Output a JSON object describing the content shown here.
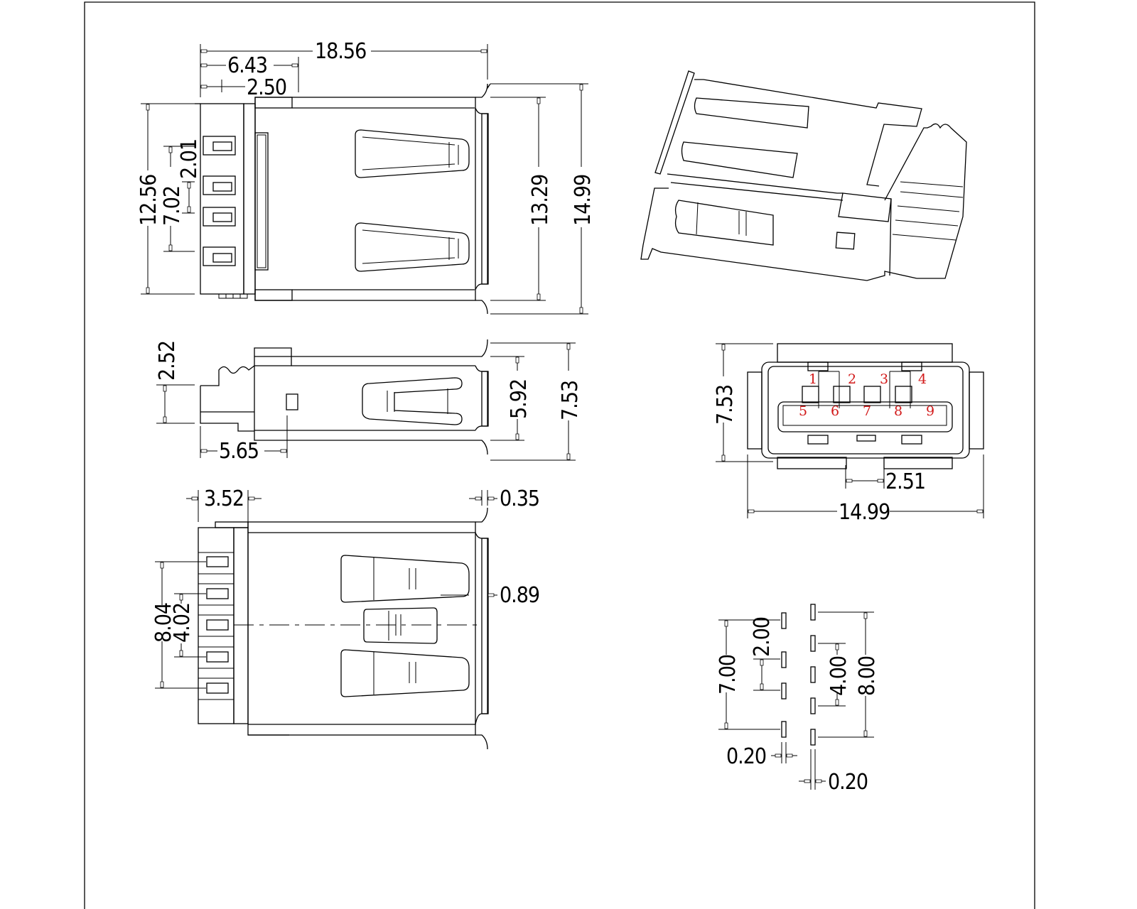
{
  "drawing": {
    "subject": "USB Type-A female connector, 9-pin (USB 3.0) — dimensioned technical drawing",
    "pin_label_color": "#d21a1a",
    "line_color": "#000000",
    "background": "#ffffff"
  },
  "top_view": {
    "dims": {
      "overall_length": "18.56",
      "body_length": "6.43",
      "rear_length": "2.50",
      "overall_width_shell": "12.56",
      "pin_span_outer": "7.02",
      "pin_pitch": "2.01",
      "inner_width": "13.29",
      "flange_width": "14.99"
    }
  },
  "side_view": {
    "dims": {
      "tail_height": "2.52",
      "post_offset": "5.65",
      "shell_height": "5.92",
      "flange_height": "7.53"
    }
  },
  "bottom_view": {
    "dims": {
      "body_depth": "3.52",
      "flange_thickness": "0.35",
      "spring_offset": "0.89",
      "pin_span_outer": "8.04",
      "pin_span_inner": "4.02"
    }
  },
  "front_view": {
    "pins_top": [
      "1",
      "2",
      "3",
      "4"
    ],
    "pins_bottom": [
      "5",
      "6",
      "7",
      "8",
      "9"
    ],
    "dims": {
      "height": "7.53",
      "center_offset": "2.51",
      "width": "14.99"
    }
  },
  "pcb_layout": {
    "dims": {
      "row_a_span": "7.00",
      "row_a_pitch": "2.00",
      "row_b_inner": "4.00",
      "row_b_span": "8.00",
      "pad_width_a": "0.20",
      "pad_width_b": "0.20"
    }
  }
}
